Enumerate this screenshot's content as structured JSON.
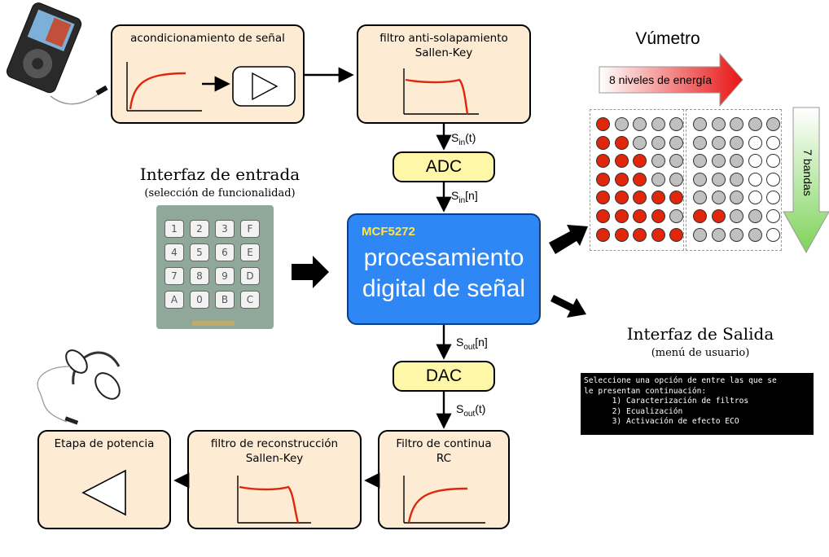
{
  "blocks": {
    "acond": "acondicionamiento de señal",
    "filtro_aa_line1": "filtro anti-solapamiento",
    "filtro_aa_line2": "Sallen-Key",
    "adc": "ADC",
    "dac": "DAC",
    "filtro_cont_line1": "Filtro de continua",
    "filtro_cont_line2": "RC",
    "filtro_rec_line1": "filtro de reconstrucción",
    "filtro_rec_line2": "Sallen-Key",
    "etapa": "Etapa de potencia"
  },
  "signals": {
    "s_in_t": {
      "base": "S",
      "sub": "in",
      "tail": "(t)"
    },
    "s_in_n": {
      "base": "S",
      "sub": "in",
      "tail": "[n]"
    },
    "s_out_n": {
      "base": "S",
      "sub": "out",
      "tail": "[n]"
    },
    "s_out_t": {
      "base": "S",
      "sub": "out",
      "tail": "(t)"
    }
  },
  "dsp": {
    "chip": "MCF5272",
    "line1": "procesamiento",
    "line2": "digital de señal"
  },
  "input_interface": {
    "title": "Interfaz de entrada",
    "subtitle": "(selección de funcionalidad)",
    "keys": [
      "1",
      "2",
      "3",
      "F",
      "4",
      "5",
      "6",
      "E",
      "7",
      "8",
      "9",
      "D",
      "A",
      "0",
      "B",
      "C"
    ]
  },
  "vumeter": {
    "title": "Vúmetro",
    "levels_label": "8 niveles de energía",
    "bands_label": "7 bandas",
    "grid": [
      "rggggggggg",
      "rrggggggww",
      "rrrgggggww",
      "rrrgggggww",
      "rrrrrgggww",
      "rrrrgrrggw",
      "rrrrrggggw"
    ],
    "colors": {
      "r": "#e0260b",
      "g": "#c0c0c0",
      "w": "#ffffff"
    }
  },
  "output_interface": {
    "title": "Interfaz de Salida",
    "subtitle": "(menú de usuario)",
    "terminal": "Seleccione una opción de entre las que se\nle presentan continuación:\n      1) Caracterización de filtros\n      2) Ecualización\n      3) Activación de efecto ECO"
  },
  "colors": {
    "block_fill": "#fdebd3",
    "adc_dac_fill": "#fff7a8",
    "dsp_fill": "#2f86f5",
    "curve": "#e0260b"
  }
}
